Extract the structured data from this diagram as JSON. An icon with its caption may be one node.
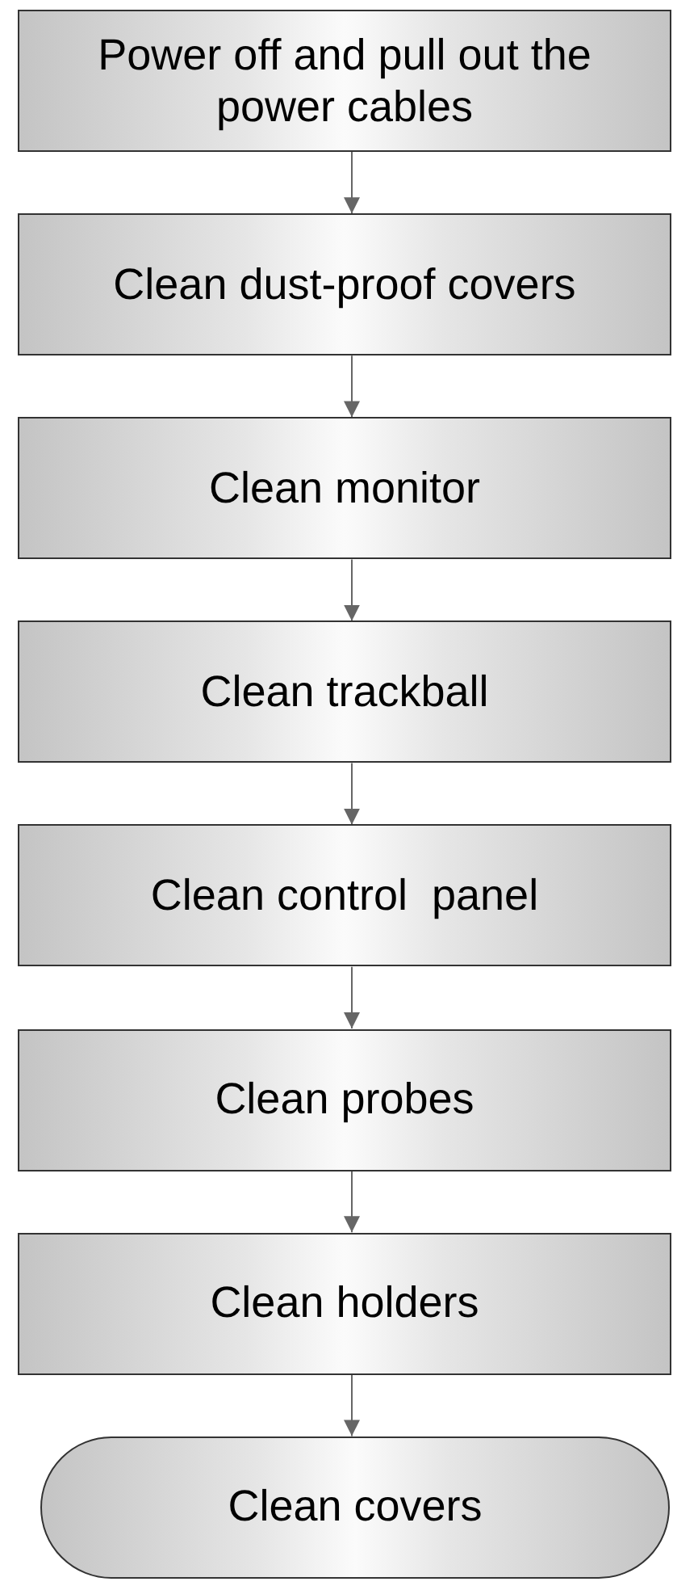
{
  "diagram": {
    "nodes": [
      {
        "text": [
          "Power off and pull out the power cables"
        ]
      },
      {
        "text": [
          "Clean dust-proof covers"
        ]
      },
      {
        "text": [
          "Clean monitor"
        ]
      },
      {
        "text": [
          "Clean trackball"
        ]
      },
      {
        "text": [
          "Clean control  panel"
        ]
      },
      {
        "text": [
          "Clean probes"
        ]
      },
      {
        "text": [
          "Clean holders"
        ]
      },
      {
        "text": [
          "Clean covers"
        ]
      }
    ],
    "edges": [
      {
        "from": 0,
        "to": 1,
        "arrow": "to"
      },
      {
        "from": 1,
        "to": 2,
        "arrow": "to"
      },
      {
        "from": 2,
        "to": 3,
        "arrow": "to"
      },
      {
        "from": 3,
        "to": 4,
        "arrow": "to"
      },
      {
        "from": 4,
        "to": 5,
        "arrow": "to"
      },
      {
        "from": 5,
        "to": 6,
        "arrow": "to"
      },
      {
        "from": 6,
        "to": 7,
        "arrow": "to"
      }
    ]
  }
}
